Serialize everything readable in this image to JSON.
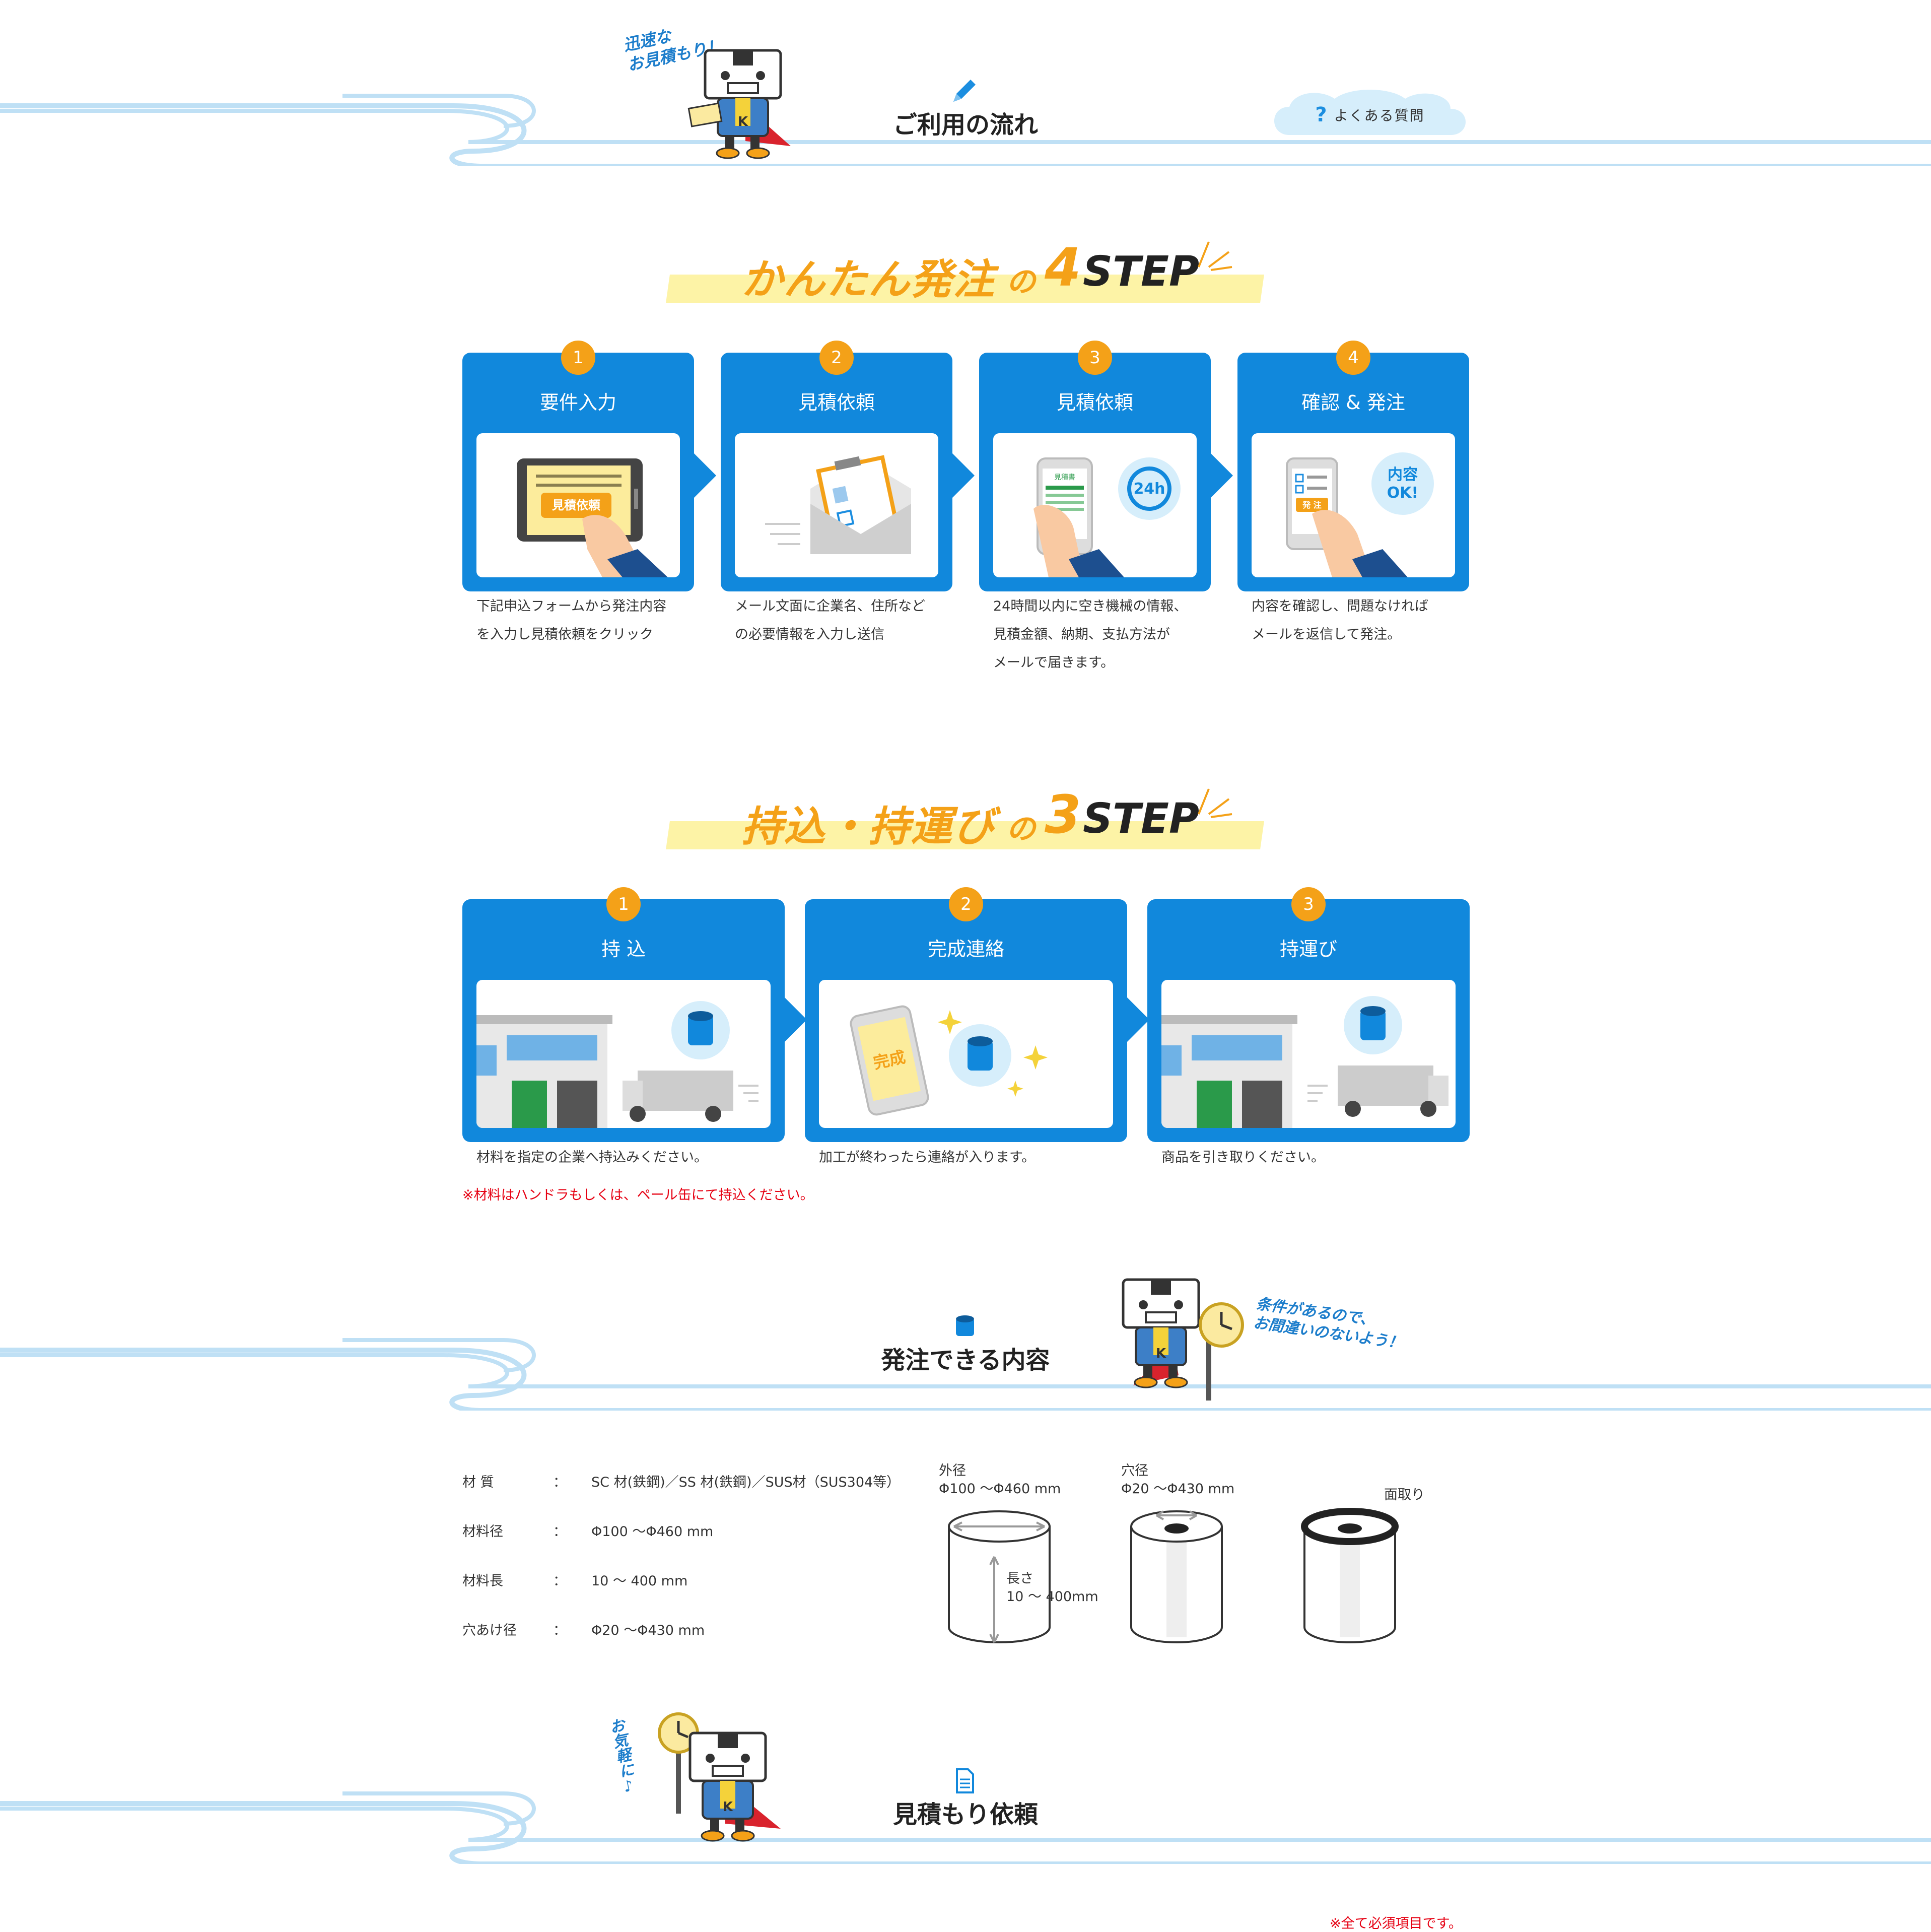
{
  "header": {
    "mascot_speech": "迅速な\nお見積もり！",
    "title": "ご利用の流れ",
    "faq": {
      "icon": "?",
      "label": "よくある質問"
    }
  },
  "easy_steps": {
    "heading": {
      "main": "かんたん発注",
      "particle": "の",
      "number": "4",
      "word": "STEP"
    },
    "steps": [
      {
        "no": "1",
        "title": "要件入力",
        "inner_label": "見積依頼",
        "desc": [
          "下記申込フォームから発注内容",
          "を入力し見積依頼をクリック"
        ]
      },
      {
        "no": "2",
        "title": "見積依頼",
        "desc": [
          "メール文面に企業名、住所など",
          "の必要情報を入力し送信"
        ]
      },
      {
        "no": "3",
        "title": "見積依頼",
        "inner_label": "見積書",
        "badge": "24h",
        "desc": [
          "24時間以内に空き機械の情報、",
          "見積金額、納期、支払方法が",
          "メールで届きます。"
        ]
      },
      {
        "no": "4",
        "title": "確認 & 発注",
        "inner_label": "発 注",
        "bubble": "内容\nOK!",
        "desc": [
          "内容を確認し、問題なければ",
          "メールを返信して発注。"
        ]
      }
    ]
  },
  "carry_steps": {
    "heading": {
      "main": "持込・持運び",
      "particle": "の",
      "number": "3",
      "word": "STEP"
    },
    "steps": [
      {
        "no": "1",
        "title": "持 込",
        "desc": [
          "材料を指定の企業へ持込みください。"
        ]
      },
      {
        "no": "2",
        "title": "完成連絡",
        "inner_label": "完成",
        "desc": [
          "加工が終わったら連絡が入ります。"
        ]
      },
      {
        "no": "3",
        "title": "持運び",
        "desc": [
          "商品を引き取りください。"
        ]
      }
    ],
    "note": "※材料はハンドラもしくは、ペール缶にて持込ください。"
  },
  "orderable": {
    "title": "発注できる内容",
    "mascot_speech": "条件があるので、\nお間違いのないよう！",
    "specs": [
      {
        "key": "材 質",
        "sep": "：",
        "value": "SC 材(鉄鋼)／SS 材(鉄鋼)／SUS材（SUS304等）"
      },
      {
        "key": "材料径",
        "sep": "：",
        "value": "Φ100 〜Φ460 mm"
      },
      {
        "key": "材料長",
        "sep": "：",
        "value": "10 〜 400 mm"
      },
      {
        "key": "穴あけ径",
        "sep": "：",
        "value": "Φ20 〜Φ430 mm"
      }
    ],
    "diagram": {
      "outer_label": "外径",
      "outer_value": "Φ100 〜Φ460 mm",
      "length_label": "長さ",
      "length_value": "10 〜 400mm",
      "hole_label": "穴径",
      "hole_value": "Φ20 〜Φ430 mm",
      "chamfer_label": "面取り"
    }
  },
  "estimate": {
    "mascot_speech": "お気軽に♪",
    "title": "見積もり依頼",
    "required_note": "※全て必須項目です。"
  },
  "colors": {
    "primary_blue": "#1188dc",
    "accent_orange": "#f4a118",
    "wave_blue": "#bfe0f5",
    "highlight_yellow": "#fdf3a6",
    "note_red": "#e60012"
  }
}
